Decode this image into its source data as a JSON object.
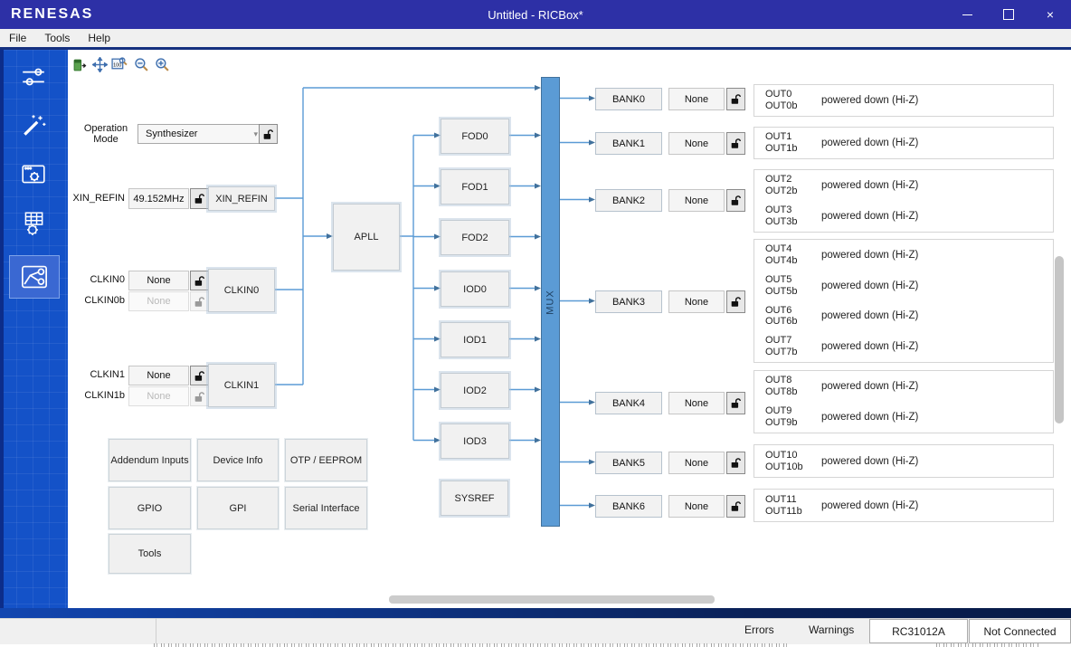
{
  "window": {
    "brand": "RENESAS",
    "title": "Untitled - RICBox*"
  },
  "menu": {
    "items": [
      "File",
      "Tools",
      "Help"
    ]
  },
  "toolbar": {
    "icons": [
      "export-diagram-icon",
      "fit-to-view-icon",
      "zoom-100-icon",
      "zoom-out-icon",
      "zoom-in-icon"
    ]
  },
  "sidebar": {
    "icons": [
      "sliders-icon",
      "magic-wand-icon",
      "window-gear-icon",
      "register-grid-gear-icon",
      "block-diagram-icon"
    ],
    "selected_index": 4
  },
  "controls": {
    "operation_mode": {
      "label": "Operation Mode",
      "value": "Synthesizer"
    },
    "xin_refin": {
      "label": "XIN_REFIN",
      "value": "49.152MHz",
      "block": "XIN_REFIN"
    },
    "clkin0": {
      "label": "CLKIN0",
      "value": "None",
      "alt_label": "CLKIN0b",
      "alt_value": "None",
      "block": "CLKIN0"
    },
    "clkin1": {
      "label": "CLKIN1",
      "value": "None",
      "alt_label": "CLKIN1b",
      "alt_value": "None",
      "block": "CLKIN1"
    }
  },
  "panel_buttons": [
    "Addendum Inputs",
    "Device Info",
    "OTP / EEPROM",
    "GPIO",
    "GPI",
    "Serial Interface",
    "Tools"
  ],
  "blocks": {
    "apll": "APLL",
    "mux": "MUX",
    "sysref": "SYSREF",
    "chain": [
      "FOD0",
      "FOD1",
      "FOD2",
      "IOD0",
      "IOD1",
      "IOD2",
      "IOD3"
    ]
  },
  "banks": [
    {
      "label": "BANK0",
      "value": "None"
    },
    {
      "label": "BANK1",
      "value": "None"
    },
    {
      "label": "BANK2",
      "value": "None"
    },
    {
      "label": "BANK3",
      "value": "None"
    },
    {
      "label": "BANK4",
      "value": "None"
    },
    {
      "label": "BANK5",
      "value": "None"
    },
    {
      "label": "BANK6",
      "value": "None"
    }
  ],
  "output_groups": [
    {
      "rows": [
        {
          "name": "OUT0",
          "alt": "OUT0b",
          "status": "powered down (Hi-Z)"
        }
      ]
    },
    {
      "rows": [
        {
          "name": "OUT1",
          "alt": "OUT1b",
          "status": "powered down (Hi-Z)"
        }
      ]
    },
    {
      "rows": [
        {
          "name": "OUT2",
          "alt": "OUT2b",
          "status": "powered down (Hi-Z)"
        },
        {
          "name": "OUT3",
          "alt": "OUT3b",
          "status": "powered down (Hi-Z)"
        }
      ]
    },
    {
      "rows": [
        {
          "name": "OUT4",
          "alt": "OUT4b",
          "status": "powered down (Hi-Z)"
        },
        {
          "name": "OUT5",
          "alt": "OUT5b",
          "status": "powered down (Hi-Z)"
        },
        {
          "name": "OUT6",
          "alt": "OUT6b",
          "status": "powered down (Hi-Z)"
        },
        {
          "name": "OUT7",
          "alt": "OUT7b",
          "status": "powered down (Hi-Z)"
        }
      ]
    },
    {
      "rows": [
        {
          "name": "OUT8",
          "alt": "OUT8b",
          "status": "powered down (Hi-Z)"
        },
        {
          "name": "OUT9",
          "alt": "OUT9b",
          "status": "powered down (Hi-Z)"
        }
      ]
    },
    {
      "rows": [
        {
          "name": "OUT10",
          "alt": "OUT10b",
          "status": "powered down (Hi-Z)"
        }
      ]
    },
    {
      "rows": [
        {
          "name": "OUT11",
          "alt": "OUT11b",
          "status": "powered down (Hi-Z)"
        }
      ]
    }
  ],
  "statusbar": {
    "errors_label": "Errors",
    "warnings_label": "Warnings",
    "device": "RC31012A",
    "connection": "Not Connected"
  },
  "colors": {
    "titlebar": "#2d30a6",
    "sidebar": "#1452c8",
    "mux_fill": "#5b9bd5",
    "connector": "#5b9bd5",
    "arrow": "#41719c"
  }
}
